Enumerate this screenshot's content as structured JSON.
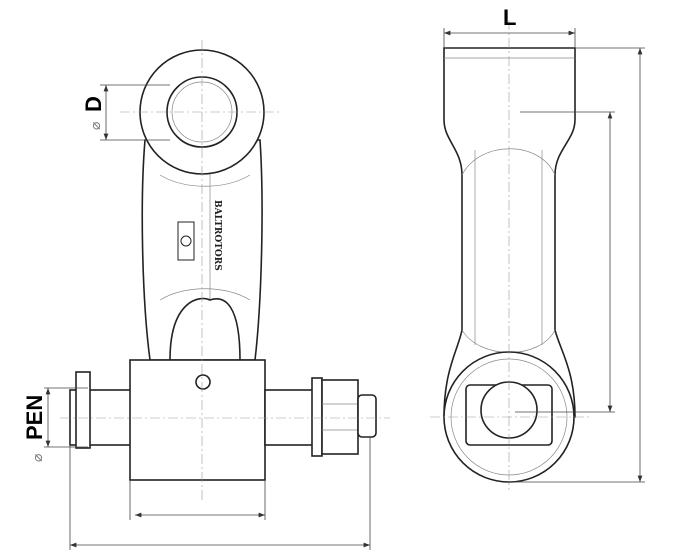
{
  "drawing": {
    "dimension_labels": {
      "diameter_d": "D",
      "diameter_pen": "PEN",
      "length_l": "L",
      "diameter_symbol": "⌀"
    },
    "logo_text": "BALTROTORS"
  }
}
